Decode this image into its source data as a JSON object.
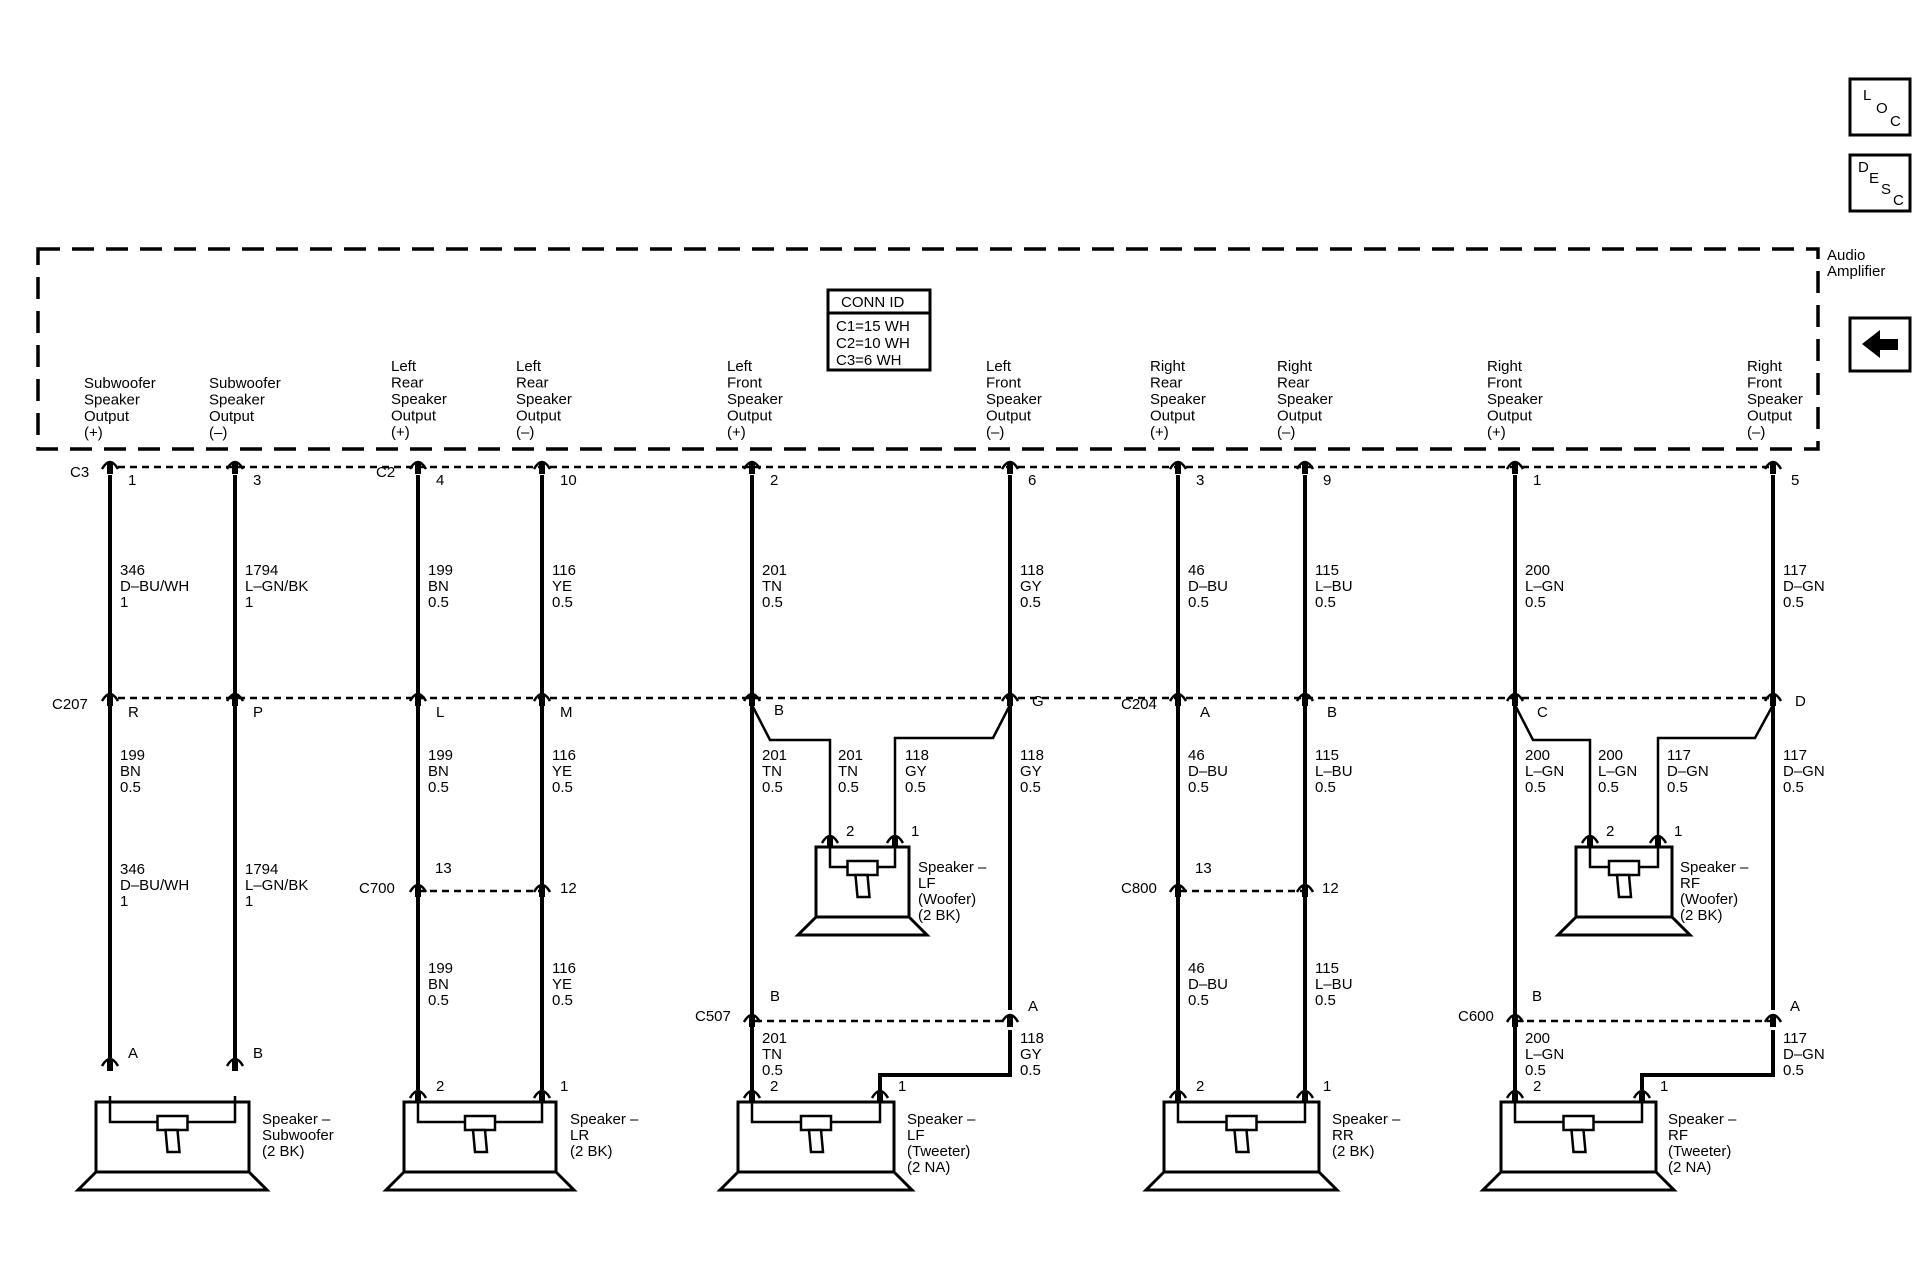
{
  "nav": {
    "loc": [
      "L",
      "O",
      "C"
    ],
    "desc": [
      "D",
      "E",
      "S",
      "C"
    ],
    "back_icon": "arrow-left-icon"
  },
  "amplifier": {
    "name": [
      "Audio",
      "Amplifier"
    ],
    "conn_id": {
      "title": "CONN ID",
      "rows": [
        "C1=15 WH",
        "C2=10 WH",
        "C3=6 WH"
      ]
    },
    "outputs": [
      [
        "Subwoofer",
        "Speaker",
        "Output",
        "(+)"
      ],
      [
        "Subwoofer",
        "Speaker",
        "Output",
        "(–)"
      ],
      [
        "Left",
        "Rear",
        "Speaker",
        "Output",
        "(+)"
      ],
      [
        "Left",
        "Rear",
        "Speaker",
        "Output",
        "(–)"
      ],
      [
        "Left",
        "Front",
        "Speaker",
        "Output",
        "(+)"
      ],
      [
        "Left",
        "Front",
        "Speaker",
        "Output",
        "(–)"
      ],
      [
        "Right",
        "Rear",
        "Speaker",
        "Output",
        "(+)"
      ],
      [
        "Right",
        "Rear",
        "Speaker",
        "Output",
        "(–)"
      ],
      [
        "Right",
        "Front",
        "Speaker",
        "Output",
        "(+)"
      ],
      [
        "Right",
        "Front",
        "Speaker",
        "Output",
        "(–)"
      ]
    ]
  },
  "connectors": {
    "C3": "C3",
    "C2": "C2",
    "C207": "C207",
    "C204": "C204",
    "C700": "C700",
    "C800": "C800",
    "C507": "C507",
    "C600": "C600"
  },
  "pins": {
    "amp": [
      "1",
      "3",
      "4",
      "10",
      "2",
      "6",
      "3",
      "9",
      "1",
      "5"
    ],
    "mid": [
      "R",
      "P",
      "L",
      "M",
      "B",
      "G",
      "A",
      "B",
      "C",
      "D"
    ],
    "c700": [
      "13",
      "12"
    ],
    "c800": [
      "13",
      "12"
    ],
    "c507": [
      "B",
      "A"
    ],
    "c600": [
      "B",
      "A"
    ],
    "sub": [
      "A",
      "B"
    ],
    "spk": [
      "2",
      "1"
    ],
    "woofer": [
      "2",
      "1"
    ]
  },
  "wires": {
    "sub_pos": [
      "346",
      "D–BU/WH",
      "1"
    ],
    "sub_neg": [
      "1794",
      "L–GN/BK",
      "1"
    ],
    "lr_pos": [
      "199",
      "BN",
      "0.5"
    ],
    "lr_neg": [
      "116",
      "YE",
      "0.5"
    ],
    "lf_pos": [
      "201",
      "TN",
      "0.5"
    ],
    "lf_neg": [
      "118",
      "GY",
      "0.5"
    ],
    "rr_pos": [
      "46",
      "D–BU",
      "0.5"
    ],
    "rr_neg": [
      "115",
      "L–BU",
      "0.5"
    ],
    "rf_pos": [
      "200",
      "L–GN",
      "0.5"
    ],
    "rf_neg": [
      "117",
      "D–GN",
      "0.5"
    ]
  },
  "speakers": {
    "subwoofer": [
      "Speaker –",
      "Subwoofer",
      "(2 BK)"
    ],
    "lr": [
      "Speaker –",
      "LR",
      "(2 BK)"
    ],
    "lf_tweeter": [
      "Speaker –",
      "LF",
      "(Tweeter)",
      "(2 NA)"
    ],
    "rr": [
      "Speaker –",
      "RR",
      "(2 BK)"
    ],
    "rf_tweeter": [
      "Speaker –",
      "RF",
      "(Tweeter)",
      "(2 NA)"
    ],
    "lf_woofer": [
      "Speaker –",
      "LF",
      "(Woofer)",
      "(2 BK)"
    ],
    "rf_woofer": [
      "Speaker –",
      "RF",
      "(Woofer)",
      "(2 BK)"
    ]
  }
}
